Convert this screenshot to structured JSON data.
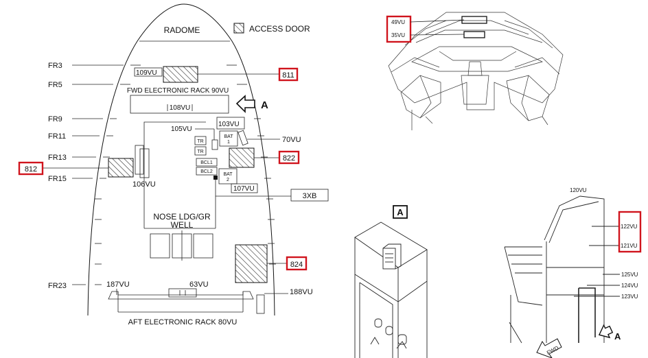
{
  "plan": {
    "radome": "RADOME",
    "access_door_legend": "ACCESS DOOR",
    "frames": [
      "FR3",
      "FR5",
      "FR9",
      "FR11",
      "FR13",
      "FR15",
      "FR23"
    ],
    "fwd_rack": "FWD ELECTRONIC RACK 90VU",
    "aft_rack": "AFT ELECTRONIC RACK 80VU",
    "nose_well_line1": "NOSE LDG/GR",
    "nose_well_line2": "WELL",
    "view_arrow": "A",
    "labels": {
      "vu109": "109VU",
      "vu108": "108VU",
      "vu105": "105VU",
      "vu103": "103VU",
      "vu70": "70VU",
      "vu106": "106VU",
      "vu107": "107VU",
      "xb3": "3XB",
      "vu187": "187VU",
      "vu63": "63VU",
      "vu188": "188VU",
      "tr": "TR",
      "bat1_a": "BAT",
      "bat1_b": "1",
      "bat2_a": "BAT",
      "bat2_b": "2",
      "bcl1": "BCL1",
      "bcl2": "BCL2"
    },
    "door_tags": {
      "d811": "811",
      "d812": "812",
      "d822": "822",
      "d824": "824"
    }
  },
  "cockpit": {
    "vu49": "49VU",
    "vu35": "35VU"
  },
  "view_a": {
    "title": "A"
  },
  "side": {
    "vu120": "120VU",
    "vu122": "122VU",
    "vu121": "121VU",
    "vu125": "125VU",
    "vu124": "124VU",
    "vu123": "123VU",
    "arrow": "A",
    "fwd": "FWD"
  },
  "colors": {
    "highlight": "#d0141d",
    "ink": "#111111"
  }
}
